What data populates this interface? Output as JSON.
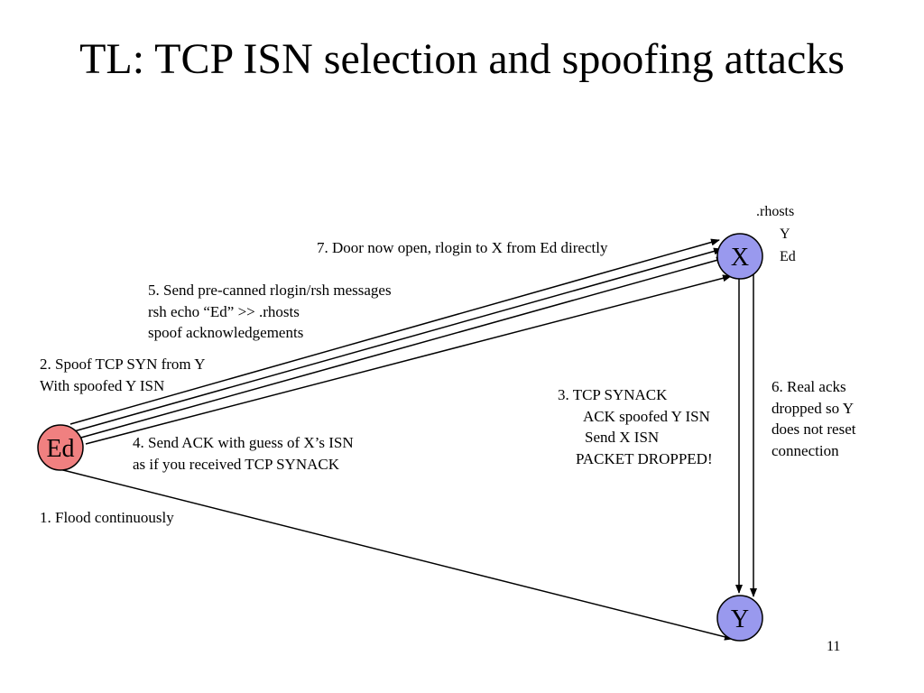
{
  "slide": {
    "title": "TL: TCP ISN selection and spoofing attacks",
    "page_number": "11"
  },
  "nodes": {
    "ed": {
      "label": "Ed",
      "fill": "#f08080"
    },
    "x": {
      "label": "X",
      "fill": "#9999ee"
    },
    "y": {
      "label": "Y",
      "fill": "#9999ee"
    }
  },
  "rhosts": {
    "lines": [
      ".rhosts",
      "Y",
      "Ed"
    ]
  },
  "steps": {
    "s7": {
      "lines": [
        "7. Door now open, rlogin to X from Ed directly"
      ]
    },
    "s5": {
      "lines": [
        "5. Send pre-canned rlogin/rsh messages",
        "rsh echo “Ed” >> .rhosts",
        "spoof acknowledgements"
      ]
    },
    "s2": {
      "lines": [
        "2. Spoof TCP SYN from Y",
        "With spoofed Y ISN"
      ]
    },
    "s4": {
      "lines": [
        "4. Send ACK with guess of X’s ISN",
        "as if you received TCP SYNACK"
      ]
    },
    "s1": {
      "lines": [
        "1. Flood continuously"
      ]
    },
    "s3": {
      "lines": [
        "3. TCP SYNACK",
        "ACK spoofed Y ISN",
        "Send X ISN",
        "PACKET DROPPED!"
      ]
    },
    "s6": {
      "lines": [
        "6. Real acks",
        "dropped so Y",
        "does not reset",
        "connection"
      ]
    }
  }
}
